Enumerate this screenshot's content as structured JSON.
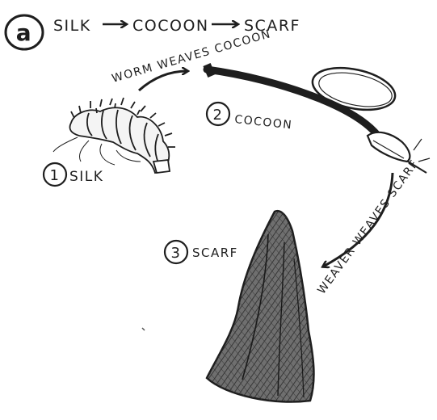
{
  "panel_label": "a",
  "title_flow": {
    "step1": "SILK",
    "step2": "COCOON",
    "step3": "SCARF"
  },
  "steps": [
    {
      "number": "1",
      "label": "SILK"
    },
    {
      "number": "2",
      "label": "COCOON"
    },
    {
      "number": "3",
      "label": "SCARF"
    }
  ],
  "transitions": [
    {
      "label": "WORM WEAVES COCOON"
    },
    {
      "label": "WEAVER WEAVES SCARF"
    }
  ],
  "colors": {
    "ink": "#1e1e1e",
    "paper": "#ffffff",
    "cloth_fill": "#8a8a8a"
  }
}
